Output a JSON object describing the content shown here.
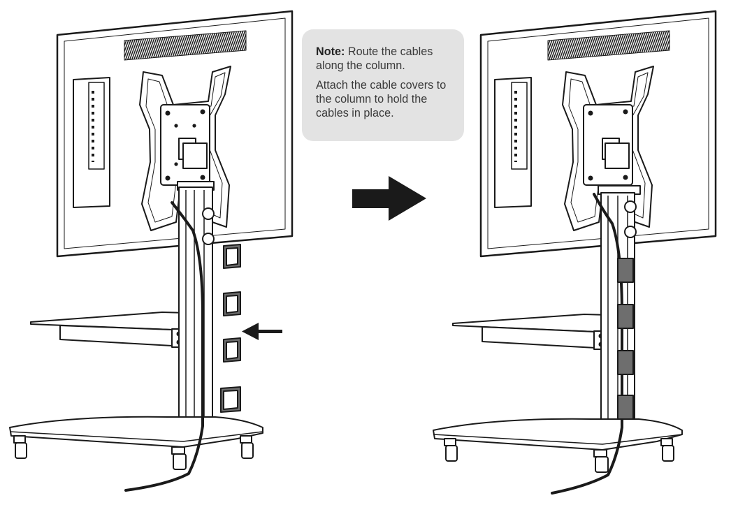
{
  "note": {
    "heading": "Note:",
    "line1": "Route the cables along the column.",
    "line2": "Attach the cable covers to the column to hold the cables in place."
  },
  "colors": {
    "line": "#1a1a1a",
    "cover_fill": "#6e6e6e",
    "note_background": "#e3e3e3",
    "note_text": "#3a3a3a"
  },
  "panels": [
    {
      "name": "before",
      "covers_attached": false,
      "cable_covers": 4
    },
    {
      "name": "after",
      "covers_attached": true,
      "cable_covers": 4
    }
  ],
  "icons": {
    "transition_arrow": "right-arrow-icon",
    "insert_arrow": "left-arrow-icon"
  }
}
